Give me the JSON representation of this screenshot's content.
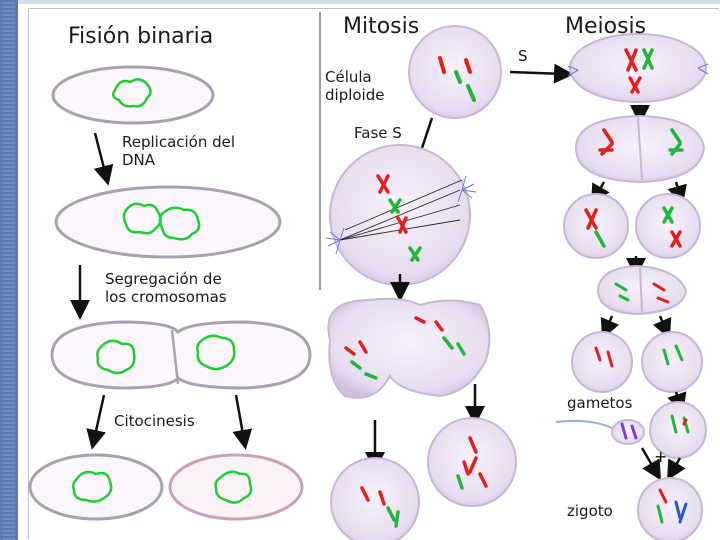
{
  "binary_fission": {
    "title": "Fisión binaria",
    "step_dna_replication": "Replicación del\nDNA",
    "step_segregation": "Segregación de\nlos cromosomas",
    "step_cytokinesis": "Citocinesis"
  },
  "mitosis": {
    "title": "Mitosis",
    "diploid_cell": "Célula\ndiploide",
    "phase_s": "Fase S"
  },
  "meiosis": {
    "title": "Meiosis",
    "s_label": "S",
    "gametes": "gametos",
    "zygote": "zigoto"
  },
  "colors": {
    "frame": "#5b78b8",
    "dna_green": "#22cc33",
    "chromosome_red": "#e5201b",
    "chromosome_blue": "#2457d6",
    "chromosome_purple": "#7b3bd6",
    "cell_fill": "#e6dcef"
  }
}
